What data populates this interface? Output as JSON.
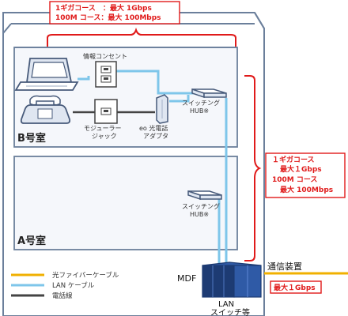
{
  "colors": {
    "fiber": "#f0b000",
    "lan": "#7ec6ea",
    "phone": "#444444",
    "accent_red": "#e01a1a",
    "building_stroke": "#6b7f9b",
    "floor_bg": "#f5f7fb",
    "mdf_dark": "#1d3b73",
    "mdf_mid": "#2f5aa6"
  },
  "header_spec": {
    "line1": "1ギガコース　：最大 1Gbps",
    "line2": "100M コース：最大 100Mbps"
  },
  "side_spec": {
    "line1": "１ギガコース",
    "line2": "最大１Gbps",
    "line3": "100M コース",
    "line4": "最大 100Mbps"
  },
  "rooms": {
    "b_room": "B号室",
    "a_room": "A号室"
  },
  "devices": {
    "info_outlet": "情報コンセント",
    "modular_line1": "モジューラー",
    "modular_line2": "ジャック",
    "eo_line1": "eo 光電話",
    "eo_line2": "アダプタ",
    "switch_b_line1": "スイッチング",
    "switch_b_line2": "HUB※",
    "switch_a_line1": "スイッチング",
    "switch_a_line2": "HUB※",
    "mdf": "MDF",
    "comm_device": "通信装置",
    "lan_switch_line1": "LAN",
    "lan_switch_line2": "スイッチ等",
    "bottom_speed": "最大１Gbps"
  },
  "legend": [
    {
      "label": "光ファイバーケーブル",
      "icon": "fiber-line-icon"
    },
    {
      "label": "LAN ケーブル",
      "icon": "lan-line-icon"
    },
    {
      "label": "電話線",
      "icon": "phone-line-icon"
    }
  ]
}
